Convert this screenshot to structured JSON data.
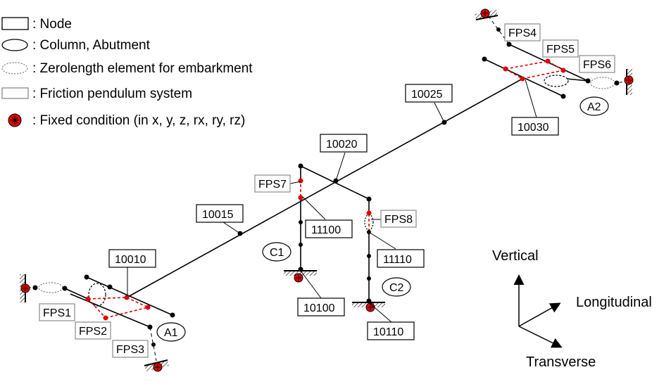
{
  "legend": [
    {
      "symbol": "node-rect-icon",
      "text": ": Node"
    },
    {
      "symbol": "column-ellipse-icon",
      "text": ": Column, Abutment"
    },
    {
      "symbol": "zerolength-ellipse-icon",
      "text": ": Zerolength element for embarkment"
    },
    {
      "symbol": "fps-rect-icon",
      "text": ": Friction pendulum system"
    },
    {
      "symbol": "fixed-condition-icon",
      "text": ": Fixed condition (in x, y, z, rx, ry, rz)"
    }
  ],
  "nodes": {
    "n10010": "10010",
    "n10015": "10015",
    "n10020": "10020",
    "n10025": "10025",
    "n10030": "10030",
    "n11100": "11100",
    "n11110": "11110",
    "n10100": "10100",
    "n10110": "10110"
  },
  "fps": {
    "fps1": "FPS1",
    "fps2": "FPS2",
    "fps3": "FPS3",
    "fps4": "FPS4",
    "fps5": "FPS5",
    "fps6": "FPS6",
    "fps7": "FPS7",
    "fps8": "FPS8"
  },
  "supports": {
    "a1": "A1",
    "a2": "A2",
    "c1": "C1",
    "c2": "C2"
  },
  "axes": {
    "vertical": "Vertical",
    "longitudinal": "Longitudinal",
    "transverse": "Transverse"
  },
  "colors": {
    "fps_red": "#e00000",
    "line": "#000000",
    "gray_box": "#8a8a8a"
  }
}
